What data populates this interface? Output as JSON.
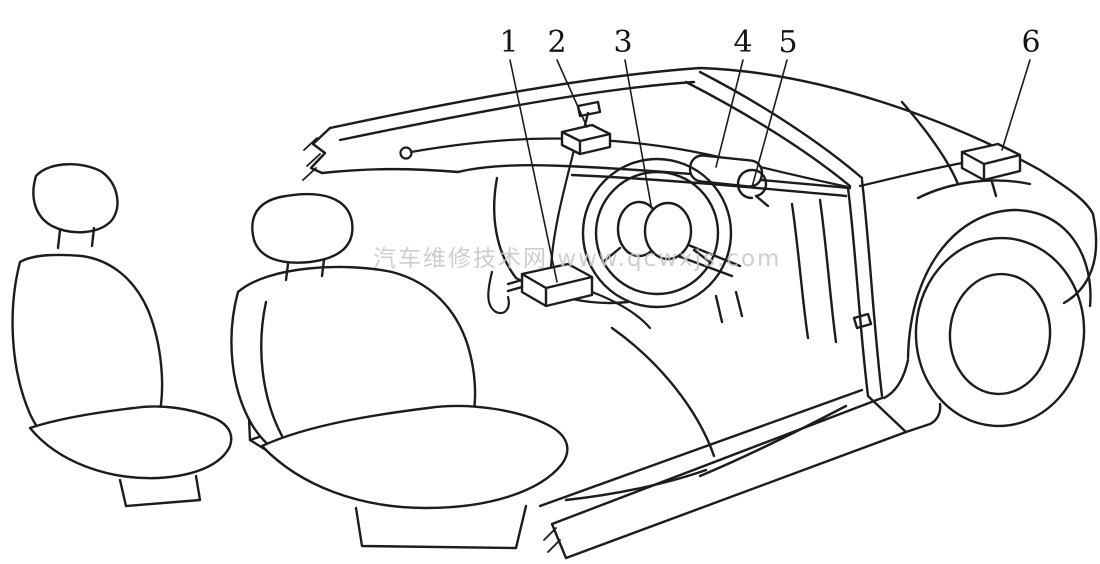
{
  "figure": {
    "type": "technical-line-diagram",
    "subject": "car-interior-cutaway-with-numbered-components",
    "background_color": "#ffffff",
    "line_color": "#1c1c1c",
    "watermark": {
      "text": "汽车维修技术网 www.qcwxjs.com",
      "color": "#c6c6c6"
    },
    "callouts": [
      {
        "label": "1"
      },
      {
        "label": "2"
      },
      {
        "label": "3"
      },
      {
        "label": "4"
      },
      {
        "label": "5"
      },
      {
        "label": "6"
      }
    ]
  }
}
